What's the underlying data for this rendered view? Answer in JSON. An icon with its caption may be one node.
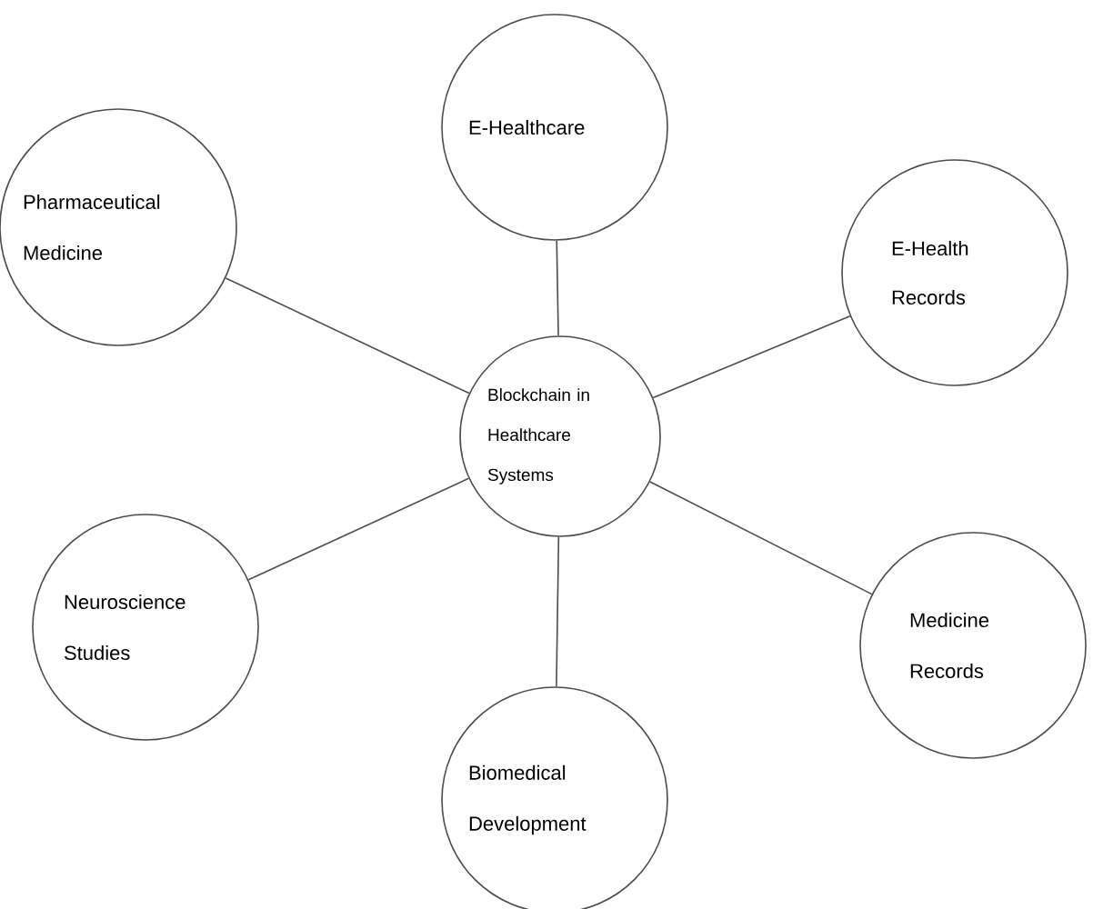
{
  "diagram": {
    "nodes": [
      {
        "text": [
          "Blockchain in Healthcare Systems"
        ]
      },
      {
        "text": [
          "E-Healthcare"
        ]
      },
      {
        "text": [
          "Pharmaceutical Medicine"
        ]
      },
      {
        "text": [
          "E-Health Records"
        ]
      },
      {
        "text": [
          "Neuroscience Studies"
        ]
      },
      {
        "text": [
          "Medicine Records"
        ]
      },
      {
        "text": [
          "Biomedical Development"
        ]
      }
    ],
    "edges": [
      {
        "from": 0,
        "to": 1,
        "arrow": "none"
      },
      {
        "from": 0,
        "to": 2,
        "arrow": "none"
      },
      {
        "from": 0,
        "to": 3,
        "arrow": "none"
      },
      {
        "from": 0,
        "to": 4,
        "arrow": "none"
      },
      {
        "from": 0,
        "to": 5,
        "arrow": "none"
      },
      {
        "from": 0,
        "to": 6,
        "arrow": "none"
      }
    ]
  }
}
